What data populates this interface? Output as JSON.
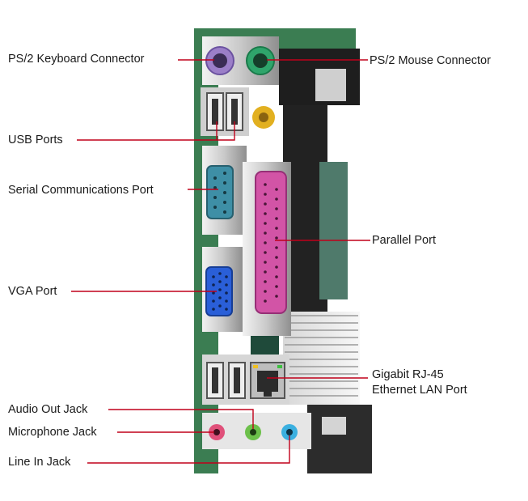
{
  "labels": {
    "ps2_keyboard": "PS/2 Keyboard Connector",
    "ps2_mouse": "PS/2 Mouse Connector",
    "usb_ports": "USB Ports",
    "serial_port": "Serial Communications Port",
    "parallel_port": "Parallel Port",
    "vga_port": "VGA Port",
    "gigabit_line1": "Gigabit RJ-45",
    "gigabit_line2": "Ethernet LAN Port",
    "audio_out": "Audio Out Jack",
    "microphone": "Microphone Jack",
    "line_in": "Line In Jack"
  },
  "colors": {
    "leader_line": "#c0001a",
    "ps2_keyboard": "#9b7fc8",
    "ps2_mouse": "#2fa56b",
    "serial": "#3e8fa6",
    "parallel": "#d254a6",
    "vga": "#2a5fd8",
    "mic": "#e0507a",
    "audio_out": "#6cc04a",
    "line_in": "#3bb0e0",
    "pcb": "#2e6b45",
    "metal": "#c8c8c8"
  }
}
